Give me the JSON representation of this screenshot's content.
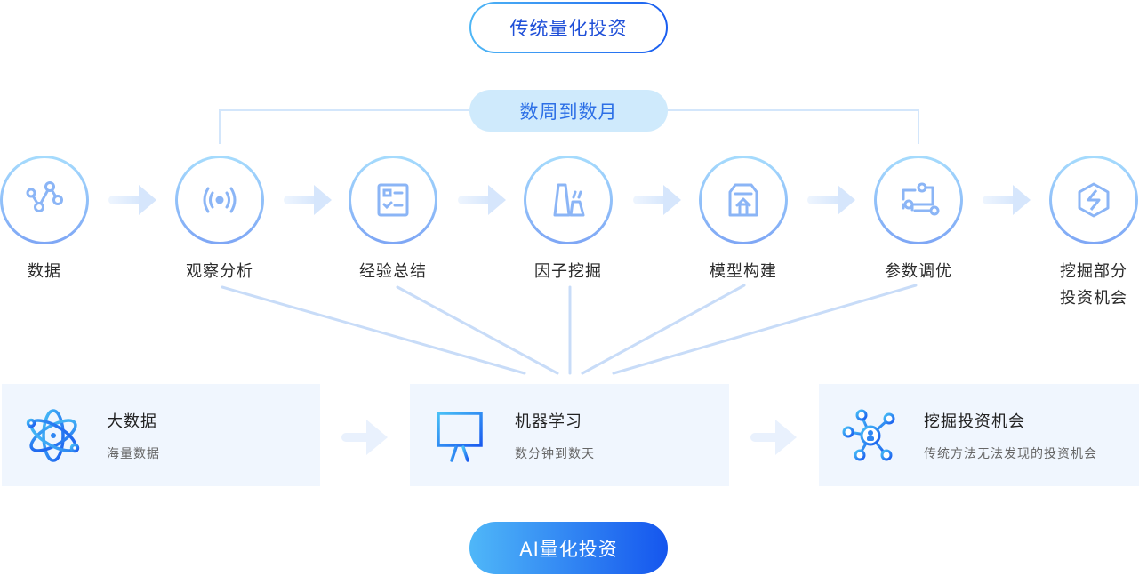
{
  "traditional": {
    "title": "传统量化投资",
    "duration": "数周到数月"
  },
  "steps": [
    {
      "label": "数据",
      "icon": "data-nodes-icon"
    },
    {
      "label": "观察分析",
      "icon": "signal-broadcast-icon"
    },
    {
      "label": "经验总结",
      "icon": "checklist-icon"
    },
    {
      "label": "因子挖掘",
      "icon": "factor-blocks-icon"
    },
    {
      "label": "模型构建",
      "icon": "model-box-icon"
    },
    {
      "label": "参数调优",
      "icon": "parameter-flow-icon"
    },
    {
      "label_line1": "挖掘部分",
      "label_line2": "投资机会",
      "icon": "hexagon-gem-icon"
    }
  ],
  "ai_cards": [
    {
      "title": "大数据",
      "subtitle": "海量数据",
      "icon": "atom-icon"
    },
    {
      "title": "机器学习",
      "subtitle": "数分钟到数天",
      "icon": "presentation-chart-icon"
    },
    {
      "title": "挖掘投资机会",
      "subtitle": "传统方法无法发现的投资机会",
      "icon": "network-user-icon"
    }
  ],
  "ai": {
    "title": "AI量化投资"
  },
  "colors": {
    "primary_blue": "#1f4fd8",
    "light_blue_pill": "#cfeafc",
    "card_background": "#f0f6fe",
    "gradient_start": "#4fb7f8",
    "gradient_end": "#1556ee"
  }
}
